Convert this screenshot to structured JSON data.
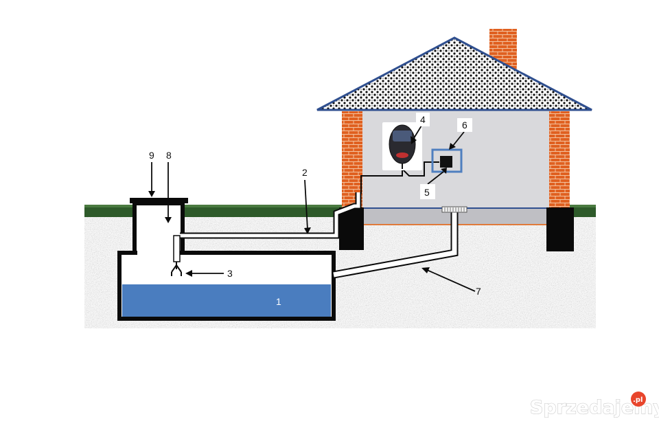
{
  "labels": {
    "tank_water": "1",
    "pipe_to_house": "2",
    "float_switch": "3",
    "pressure_tank": "4",
    "control_box": "5",
    "control_box_frame": "6",
    "pipe_to_floor_drain": "7",
    "manhole_shaft": "8",
    "manhole_cover": "9"
  },
  "watermark": {
    "text": "Sprzedajemy",
    "badge": ".pl"
  },
  "colors": {
    "water": "#4a7dbf",
    "grass": "#2e5a2a",
    "brick": "#e06020",
    "wall": "#d9d9dc",
    "roof_border": "#2f4f8f",
    "frame": "#4f7fbf",
    "badge": "#e8452c"
  },
  "icons": {
    "pressure_tank": "pressure-tank-icon",
    "control_box": "control-box-icon",
    "float_switch": "float-switch-icon",
    "floor_drain": "floor-drain-icon"
  }
}
